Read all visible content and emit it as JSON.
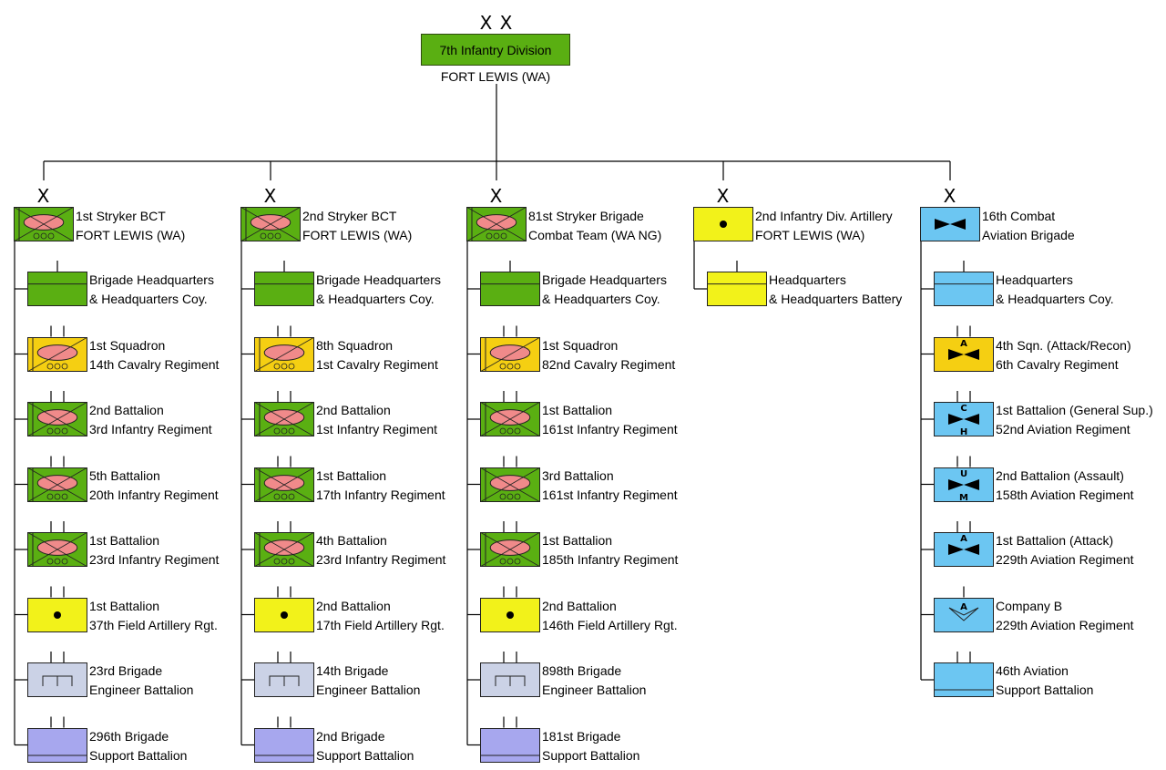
{
  "division": {
    "echelon": "X X",
    "name": "7th Infantry Division",
    "location": "FORT LEWIS (WA)",
    "color": "#5aaf12"
  },
  "colors": {
    "infantry_green": "#5aaf12",
    "cavalry_yellow": "#f5cf12",
    "artillery_yellow": "#f2f21a",
    "engineer_grey": "#cbd2e6",
    "support_purple": "#a7a7ee",
    "aviation_blue": "#6cc6f2",
    "vehicle_pink": "#f08a8a",
    "line": "#000000"
  },
  "brigades": [
    {
      "echelon": "X",
      "symbol": "stryker",
      "line1": "1st Stryker BCT",
      "line2": "FORT LEWIS (WA)",
      "units": [
        {
          "symbol": "hq",
          "color": "infantry_green",
          "line1": "Brigade Headquarters",
          "line2": "& Headquarters Coy.",
          "echelon": "I"
        },
        {
          "symbol": "cavalry",
          "color": "cavalry_yellow",
          "line1": "1st Squadron",
          "line2": "14th Cavalry Regiment",
          "echelon": "II"
        },
        {
          "symbol": "stryker",
          "color": "infantry_green",
          "line1": "2nd Battalion",
          "line2": "3rd Infantry Regiment",
          "echelon": "II"
        },
        {
          "symbol": "stryker",
          "color": "infantry_green",
          "line1": "5th Battalion",
          "line2": "20th Infantry Regiment",
          "echelon": "II"
        },
        {
          "symbol": "stryker",
          "color": "infantry_green",
          "line1": "1st Battalion",
          "line2": "23rd Infantry Regiment",
          "echelon": "II"
        },
        {
          "symbol": "artillery",
          "color": "artillery_yellow",
          "line1": "1st Battalion",
          "line2": "37th Field Artillery Rgt.",
          "echelon": "II"
        },
        {
          "symbol": "engineer",
          "color": "engineer_grey",
          "line1": "23rd Brigade",
          "line2": "Engineer Battalion",
          "echelon": "II"
        },
        {
          "symbol": "support",
          "color": "support_purple",
          "line1": "296th Brigade",
          "line2": "Support Battalion",
          "echelon": "II"
        }
      ]
    },
    {
      "echelon": "X",
      "symbol": "stryker",
      "line1": "2nd Stryker BCT",
      "line2": "FORT LEWIS (WA)",
      "units": [
        {
          "symbol": "hq",
          "color": "infantry_green",
          "line1": "Brigade Headquarters",
          "line2": "& Headquarters Coy.",
          "echelon": "I"
        },
        {
          "symbol": "cavalry",
          "color": "cavalry_yellow",
          "line1": "8th Squadron",
          "line2": "1st Cavalry Regiment",
          "echelon": "II"
        },
        {
          "symbol": "stryker",
          "color": "infantry_green",
          "line1": "2nd Battalion",
          "line2": "1st Infantry Regiment",
          "echelon": "II"
        },
        {
          "symbol": "stryker",
          "color": "infantry_green",
          "line1": "1st Battalion",
          "line2": "17th Infantry Regiment",
          "echelon": "II"
        },
        {
          "symbol": "stryker",
          "color": "infantry_green",
          "line1": "4th Battalion",
          "line2": "23rd Infantry Regiment",
          "echelon": "II"
        },
        {
          "symbol": "artillery",
          "color": "artillery_yellow",
          "line1": "2nd Battalion",
          "line2": "17th Field Artillery Rgt.",
          "echelon": "II"
        },
        {
          "symbol": "engineer",
          "color": "engineer_grey",
          "line1": "14th Brigade",
          "line2": "Engineer Battalion",
          "echelon": "II"
        },
        {
          "symbol": "support",
          "color": "support_purple",
          "line1": "2nd Brigade",
          "line2": "Support Battalion",
          "echelon": "II"
        }
      ]
    },
    {
      "echelon": "X",
      "symbol": "stryker",
      "line1": "81st Stryker Brigade",
      "line2": "Combat Team (WA NG)",
      "units": [
        {
          "symbol": "hq",
          "color": "infantry_green",
          "line1": "Brigade Headquarters",
          "line2": "& Headquarters Coy.",
          "echelon": "I"
        },
        {
          "symbol": "cavalry",
          "color": "cavalry_yellow",
          "line1": "1st Squadron",
          "line2": "82nd Cavalry Regiment",
          "echelon": "II"
        },
        {
          "symbol": "stryker",
          "color": "infantry_green",
          "line1": "1st Battalion",
          "line2": "161st Infantry Regiment",
          "echelon": "II"
        },
        {
          "symbol": "stryker",
          "color": "infantry_green",
          "line1": "3rd Battalion",
          "line2": "161st Infantry Regiment",
          "echelon": "II"
        },
        {
          "symbol": "stryker",
          "color": "infantry_green",
          "line1": "1st Battalion",
          "line2": "185th Infantry Regiment",
          "echelon": "II"
        },
        {
          "symbol": "artillery",
          "color": "artillery_yellow",
          "line1": "2nd Battalion",
          "line2": "146th Field Artillery Rgt.",
          "echelon": "II"
        },
        {
          "symbol": "engineer",
          "color": "engineer_grey",
          "line1": "898th Brigade",
          "line2": "Engineer Battalion",
          "echelon": "II"
        },
        {
          "symbol": "support",
          "color": "support_purple",
          "line1": "181st Brigade",
          "line2": "Support Battalion",
          "echelon": "II"
        }
      ]
    },
    {
      "echelon": "X",
      "symbol": "artillery",
      "color": "artillery_yellow",
      "line1": "2nd Infantry Div. Artillery",
      "line2": "FORT LEWIS (WA)",
      "units": [
        {
          "symbol": "hq",
          "color": "artillery_yellow",
          "line1": "Headquarters",
          "line2": "& Headquarters Battery",
          "echelon": "I"
        }
      ]
    },
    {
      "echelon": "X",
      "symbol": "aviation",
      "color": "aviation_blue",
      "line1": "16th Combat",
      "line2": "Aviation Brigade",
      "units": [
        {
          "symbol": "hq",
          "color": "aviation_blue",
          "line1": "Headquarters",
          "line2": "& Headquarters Coy.",
          "echelon": "I"
        },
        {
          "symbol": "aviation",
          "color": "cavalry_yellow",
          "mod_top": "A",
          "mod_bottom": "",
          "line1": "4th Sqn. (Attack/Recon)",
          "line2": "6th Cavalry Regiment",
          "echelon": "II"
        },
        {
          "symbol": "aviation",
          "color": "aviation_blue",
          "mod_top": "C",
          "mod_bottom": "H",
          "line1": "1st Battalion (General Sup.)",
          "line2": "52nd Aviation Regiment",
          "echelon": "II"
        },
        {
          "symbol": "aviation",
          "color": "aviation_blue",
          "mod_top": "U",
          "mod_bottom": "M",
          "line1": "2nd Battalion (Assault)",
          "line2": "158th Aviation Regiment",
          "echelon": "II"
        },
        {
          "symbol": "aviation",
          "color": "aviation_blue",
          "mod_top": "A",
          "mod_bottom": "",
          "line1": "1st Battalion (Attack)",
          "line2": "229th Aviation Regiment",
          "echelon": "II"
        },
        {
          "symbol": "uav",
          "color": "aviation_blue",
          "mod_top": "A",
          "line1": "Company B",
          "line2": "229th Aviation Regiment",
          "echelon": "I"
        },
        {
          "symbol": "support",
          "color": "aviation_blue",
          "line1": "46th Aviation",
          "line2": "Support Battalion",
          "echelon": "II"
        }
      ]
    }
  ]
}
